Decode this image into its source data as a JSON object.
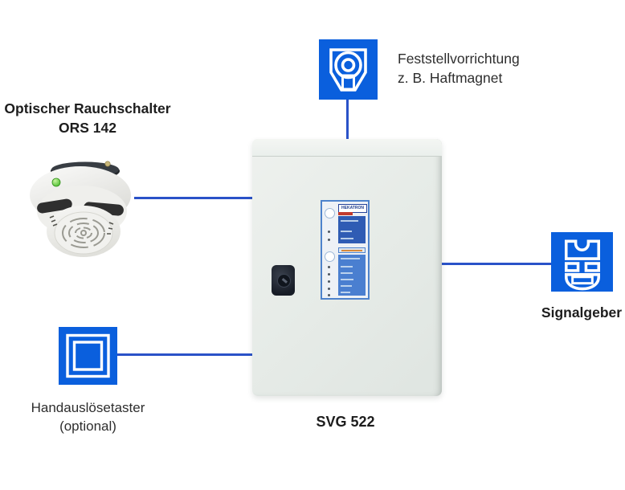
{
  "figure": {
    "type": "fire-door-control-system-diagram",
    "colors": {
      "icon_blue": "#0a5fdd",
      "line_blue": "#2a52c8",
      "cabinet_gray": "#e7ece8"
    },
    "holding_device": {
      "label_line1": "Feststellvorrichtung",
      "label_line2": "z. B. Haftmagnet"
    },
    "smoke_detector": {
      "title_line1": "Optischer Rauchschalter",
      "title_line2": "ORS 142"
    },
    "cabinet": {
      "label": "SVG 522",
      "panel_brand": "HEKATRON"
    },
    "signal_device": {
      "label": "Signalgeber"
    },
    "manual_release": {
      "label_line1": "Handauslösetaster",
      "label_line2": "(optional)"
    }
  }
}
